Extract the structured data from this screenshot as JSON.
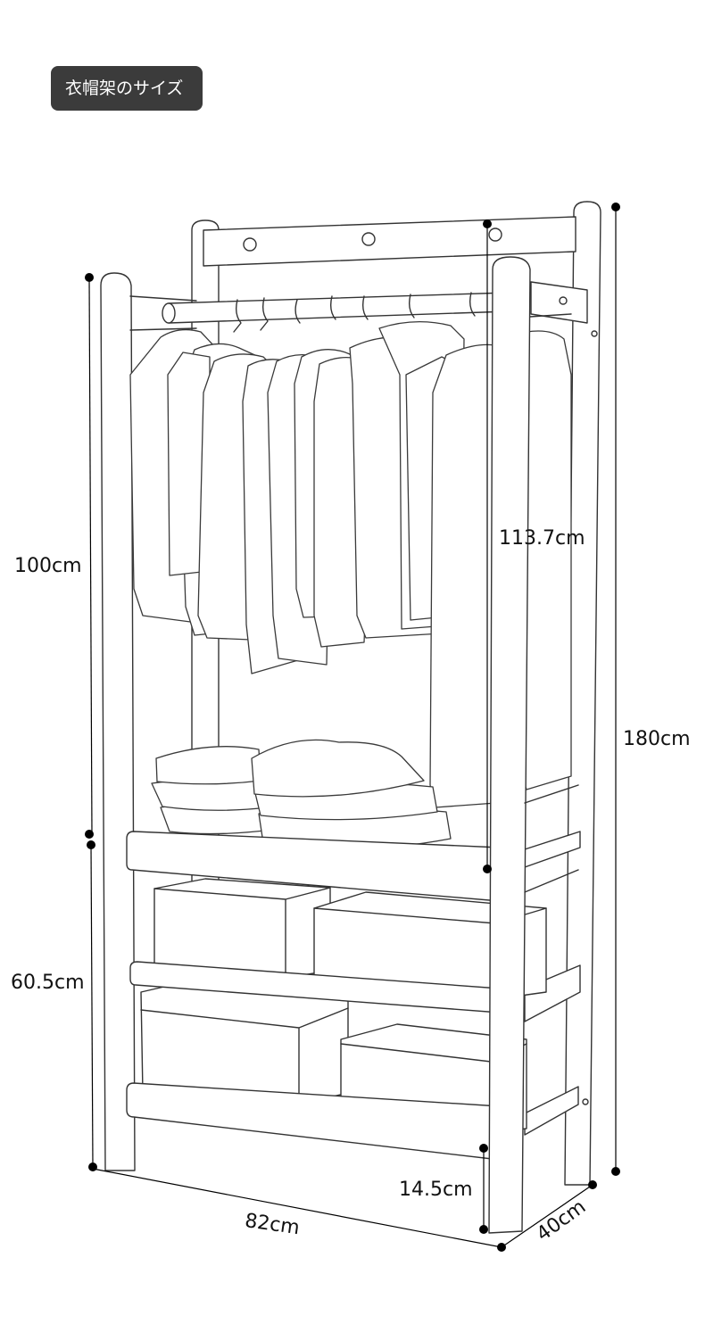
{
  "header": {
    "title": "衣帽架のサイズ"
  },
  "dimensions": {
    "upper_height": "100cm",
    "rail_height": "113.7cm",
    "total_height": "180cm",
    "lower_height": "60.5cm",
    "bottom_clearance": "14.5cm",
    "width": "82cm",
    "depth": "40cm"
  },
  "colors": {
    "badge_bg": "#3b3b3b",
    "badge_text": "#ffffff",
    "line": "#333333",
    "dimension_line": "#000000"
  }
}
